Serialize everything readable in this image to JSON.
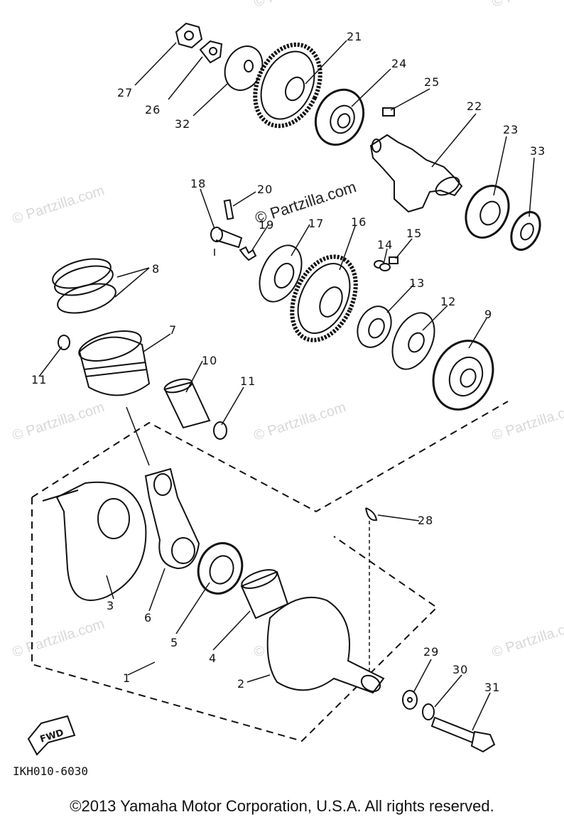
{
  "diagram": {
    "callouts": [
      {
        "id": "27",
        "label": "27"
      },
      {
        "id": "26",
        "label": "26"
      },
      {
        "id": "32",
        "label": "32"
      },
      {
        "id": "21",
        "label": "21"
      },
      {
        "id": "24",
        "label": "24"
      },
      {
        "id": "25",
        "label": "25"
      },
      {
        "id": "22",
        "label": "22"
      },
      {
        "id": "23",
        "label": "23"
      },
      {
        "id": "33",
        "label": "33"
      },
      {
        "id": "18",
        "label": "18"
      },
      {
        "id": "20",
        "label": "20"
      },
      {
        "id": "19",
        "label": "19"
      },
      {
        "id": "17",
        "label": "17"
      },
      {
        "id": "16",
        "label": "16"
      },
      {
        "id": "14",
        "label": "14"
      },
      {
        "id": "15",
        "label": "15"
      },
      {
        "id": "13",
        "label": "13"
      },
      {
        "id": "12",
        "label": "12"
      },
      {
        "id": "9",
        "label": "9"
      },
      {
        "id": "8",
        "label": "8"
      },
      {
        "id": "7",
        "label": "7"
      },
      {
        "id": "11a",
        "label": "11"
      },
      {
        "id": "10",
        "label": "10"
      },
      {
        "id": "11b",
        "label": "11"
      },
      {
        "id": "28",
        "label": "28"
      },
      {
        "id": "3",
        "label": "3"
      },
      {
        "id": "6",
        "label": "6"
      },
      {
        "id": "5",
        "label": "5"
      },
      {
        "id": "4",
        "label": "4"
      },
      {
        "id": "1",
        "label": "1"
      },
      {
        "id": "2",
        "label": "2"
      },
      {
        "id": "29",
        "label": "29"
      },
      {
        "id": "30",
        "label": "30"
      },
      {
        "id": "31",
        "label": "31"
      }
    ],
    "fwd_label": "FWD",
    "drawing_code": "IKH010-6030",
    "watermark": "© Partzilla.com",
    "watermark_center": "© Partzilla.com",
    "copyright": "©2013 Yamaha Motor Corporation, U.S.A. All rights reserved."
  }
}
